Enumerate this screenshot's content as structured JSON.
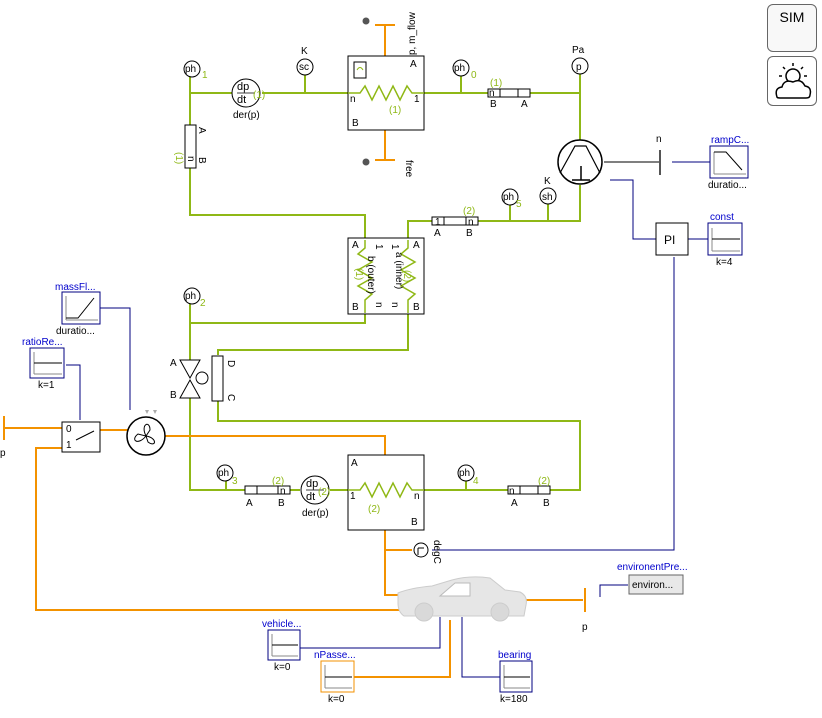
{
  "toolbar": {
    "sim_label": "SIM"
  },
  "icons": {
    "weather": "sun-cloud-icon"
  },
  "colors": {
    "fluid": "#8fb816",
    "heat": "#f39200",
    "signal": "#00007f",
    "label_blue": "#0000cc",
    "shaft": "#7f7f7f"
  },
  "labels": {
    "ph1": "ph",
    "ph1_idx": "1",
    "der_upper": "der(p)",
    "der_upper_idx": "(1)",
    "sc_unit": "K",
    "sc": "sc",
    "evap_port_A": "A",
    "evap_port_B": "B",
    "evap_port_n": "n",
    "evap_port_1": "1",
    "evap_idx": "(1)",
    "evap_mflow": "p, m_flow",
    "evap_free": "free",
    "ph0": "ph",
    "ph0_idx": "0",
    "pipe1_idx": "(1)",
    "pipe1_n": "n",
    "pipe1_B": "B",
    "pipe1_A": "A",
    "pa_unit": "Pa",
    "p_sensor": "p",
    "valve_left_A": "A",
    "valve_left_n": "n",
    "valve_left_B": "B",
    "valve_left_idx": "(1)",
    "shaft_n": "n",
    "ramp_name": "rampC...",
    "ramp_param": "duratio...",
    "sh_unit": "K",
    "sh": "sh",
    "ph5": "ph",
    "ph5_idx": "5",
    "pipe2_idx": "(2)",
    "pipe2_1": "1",
    "pipe2_n": "n",
    "pipe2_A": "A",
    "pipe2_B": "B",
    "pi": "PI",
    "const_name": "const",
    "const_param": "k=4",
    "ihx_A_left": "A",
    "ihx_A_right": "A",
    "ihx_B_left": "B",
    "ihx_B_right": "B",
    "ihx_1_left": "1",
    "ihx_1_right": "1",
    "ihx_n_left": "n",
    "ihx_n_right": "n",
    "ihx_outer": "b (outer)",
    "ihx_inner": "a (inner)",
    "ihx_idx1": "(1)",
    "ihx_idx2": "(2)",
    "ph2": "ph",
    "ph2_idx": "2",
    "mass_name": "massFl...",
    "mass_param": "duratio...",
    "ratio_name": "ratioRe...",
    "ratio_param": "k=1",
    "valve4_A": "A",
    "valve4_B": "B",
    "valve4_C": "C",
    "valve4_D": "D",
    "switch_0": "0",
    "switch_1": "1",
    "p_left": "p",
    "ph3": "ph",
    "ph3_idx": "3",
    "pipe3_idx": "(2)",
    "pipe3_n": "n",
    "pipe3_A": "A",
    "pipe3_B": "B",
    "der_lower": "der(p)",
    "der_lower_idx": "(2)",
    "cond_A": "A",
    "cond_B": "B",
    "cond_1": "1",
    "cond_n": "n",
    "cond_idx": "(2)",
    "ph4": "ph",
    "ph4_idx": "4",
    "pipe4_idx": "(2)",
    "pipe4_n": "n",
    "pipe4_A": "A",
    "pipe4_B": "B",
    "degc": "degC",
    "env_name": "environentPre...",
    "env_button": "environ...",
    "p_right": "p",
    "vehicle_name": "vehicle...",
    "vehicle_param": "k=0",
    "npass_name": "nPasse...",
    "npass_param": "k=0",
    "bearing_name": "bearing",
    "bearing_param": "k=180"
  }
}
